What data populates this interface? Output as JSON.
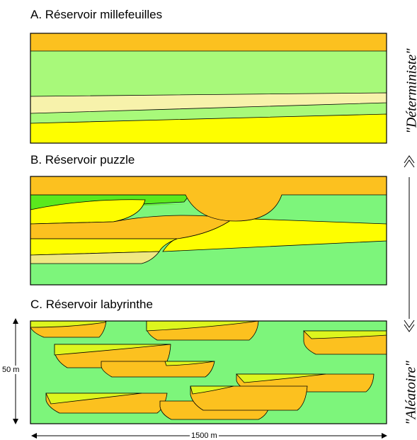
{
  "panels": [
    {
      "title": "A. Réservoir millefeuilles"
    },
    {
      "title": "B. Réservoir puzzle"
    },
    {
      "title": "C. Réservoir labyrinthe"
    }
  ],
  "axis": {
    "top_label": "\"Déterministe\"",
    "bottom_label": "\"Aléatoire\""
  },
  "dimensions": {
    "height": "50 m",
    "width": "1500 m"
  },
  "colors": {
    "orange": "#fcc11f",
    "light_green": "#a8f97a",
    "green": "#7df57b",
    "bright_green": "#5ae91d",
    "cream": "#f7f2ab",
    "yellow": "#fefe00",
    "lime": "#ddf61e",
    "light_yellow": "#f0e882"
  }
}
